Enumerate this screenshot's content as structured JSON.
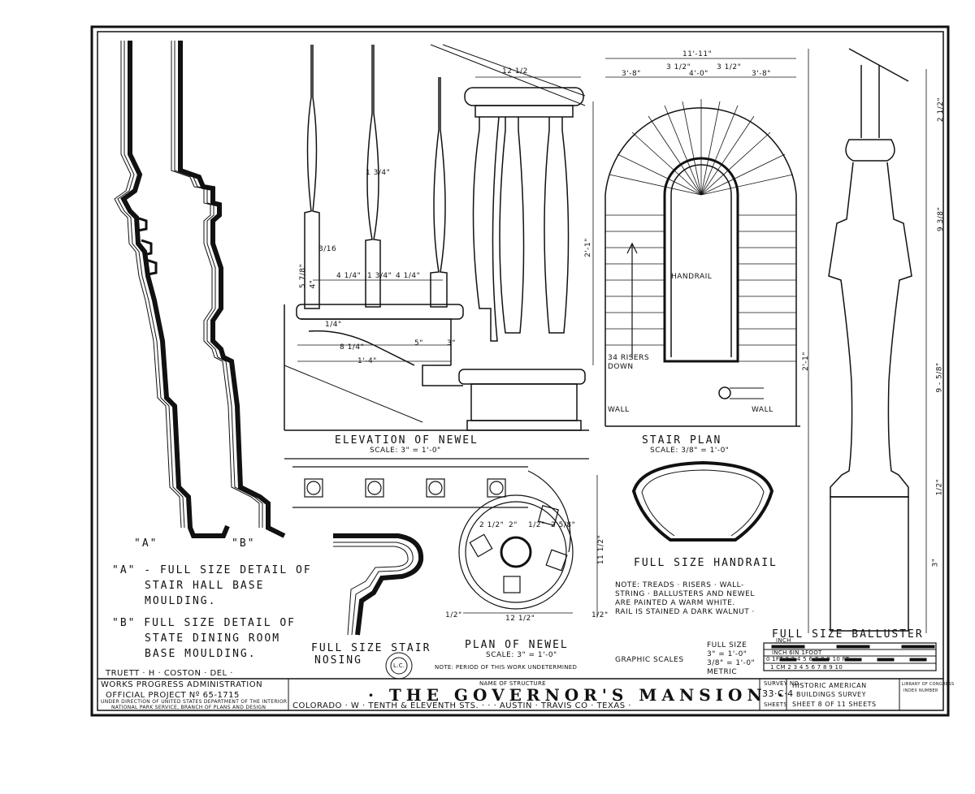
{
  "moulding": {
    "a_label": "\"A\"",
    "b_label": "\"B\"",
    "a_desc_1": "\"A\" - FULL SIZE DETAIL OF",
    "a_desc_2": "STAIR HALL BASE",
    "a_desc_3": "MOULDING.",
    "b_desc_1": "\"B\"  FULL SIZE DETAIL OF",
    "b_desc_2": "STATE DINING ROOM",
    "b_desc_3": "BASE MOULDING."
  },
  "elevation": {
    "title": "ELEVATION OF NEWEL",
    "scale": "SCALE: 3\" = 1'-0\"",
    "dims": {
      "top_width": "12 1/2",
      "baluster_dia": "1 3/4\"",
      "h_2_1": "2'-1\"",
      "v_3_16": "3/16",
      "v_5_7_8": "5 7/8\"",
      "v_4": "4\"",
      "sp_4_1_4_a": "4 1/4\"",
      "sp_1_3_4": "1 3/4\"",
      "sp_4_1_4_b": "4 1/4\"",
      "v_1_4": "1/4\"",
      "w_8_1_4": "8 1/4\"",
      "w_5": "5\"",
      "v_3": "3\"",
      "w_1_4": "1'-4\""
    }
  },
  "stair_plan": {
    "title": "STAIR PLAN",
    "scale": "SCALE: 3/8\" = 1'-0\"",
    "overall": "11'-11\"",
    "d_3_8_left": "3'-8\"",
    "d_3_5_left": "3 1/2\"",
    "d_4_0": "4'-0\"",
    "d_3_5_right": "3 1/2\"",
    "d_3_8_right": "3'-8\"",
    "handrail": "HANDRAIL",
    "risers_1": "34 RISERS",
    "risers_2": "DOWN",
    "wall_left": "WALL",
    "wall_right": "WALL"
  },
  "handrail": {
    "title": "FULL SIZE HANDRAIL",
    "note_1": "NOTE: TREADS · RISERS · WALL-",
    "note_2": "STRING · BALLUSTERS AND NEWEL",
    "note_3": "ARE PAINTED A WARM WHITE.",
    "note_4": "RAIL IS STAINED A DARK WALNUT ·"
  },
  "newel_plan": {
    "title": "PLAN OF NEWEL",
    "scale": "SCALE: 3\" = 1'-0\"",
    "note": "NOTE: PERIOD OF THIS WORK UNDETERMINED",
    "d_2_1_2": "2 1/2\"",
    "d_2": "2\"",
    "d_1_2_a": "1/2\"",
    "d_2_5_8": "2 5/8\"",
    "d_11_1_2": "11 1/2\"",
    "d_1_2_b": "1/2\"",
    "d_12_1_2": "12 1/2\"",
    "d_1_2_c": "1/2\""
  },
  "nosing": {
    "title_1": "FULL SIZE STAIR",
    "title_2": "NOSING"
  },
  "baluster": {
    "title": "FULL SIZE BALLUSTER",
    "d_2_1_2": "2 1/2\"",
    "d_9_3_8": "9 3/8\"",
    "d_9_5_8": "9 - 5/8\"",
    "d_1_2": "1/2\"",
    "d_3": "3\"",
    "d_2_1": "2'-1\""
  },
  "graphic_scales": {
    "label": "GRAPHIC SCALES",
    "s1": "FULL SIZE",
    "s2": "3\" = 1'-0\"",
    "s3": "3/8\" = 1'-0\"",
    "s4": "METRIC",
    "inch": "INCH",
    "r2": "INCH   6IN   1FOOT",
    "r3": "0   1FT  2   3   4   5   6   7   8   9   10 FT",
    "r4": "1 CM  2   3   4   5   6   7   8   9   10"
  },
  "title_block": {
    "delineator": "TRUETT · H · COSTON · DEL ·",
    "wpa_1": "WORKS PROGRESS ADMINISTRATION",
    "wpa_2": "OFFICIAL PROJECT Nº 65-1715",
    "wpa_3": "UNDER DIRECTION OF UNITED STATES DEPARTMENT OF THE INTERIOR",
    "wpa_4": "NATIONAL PARK SERVICE, BRANCH OF PLANS AND DESIGN",
    "name_label": "NAME OF STRUCTURE",
    "name": "· THE GOVERNOR'S MANSION ·",
    "location": "COLORADO · W · TENTH & ELEVENTH STS. · · · AUSTIN · TRAVIS CO · TEXAS ·",
    "survey_label": "SURVEY NO.",
    "survey_no": "33·C·4",
    "sheets": "SHEETS",
    "habs_1": "HISTORIC AMERICAN",
    "habs_2": "BUILDINGS SURVEY",
    "sheet_of": "SHEET 8 OF 11 SHEETS",
    "loc_1": "LIBRARY OF CONGRESS",
    "loc_2": "INDEX NUMBER"
  },
  "seal_text": "L.C."
}
